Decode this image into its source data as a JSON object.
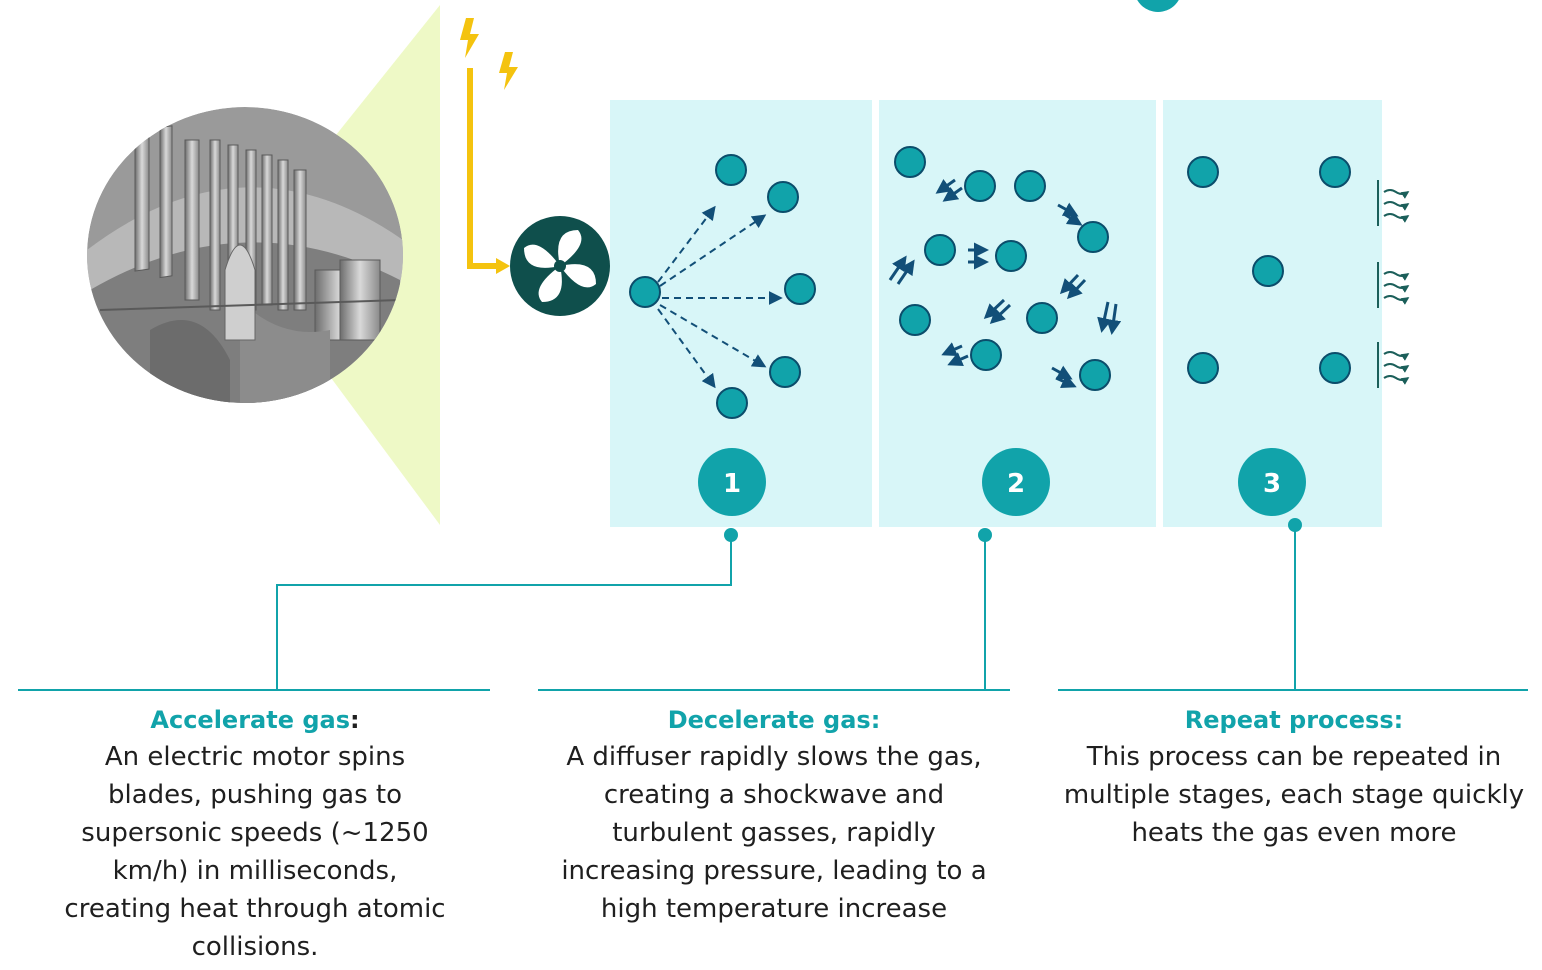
{
  "stages": [
    {
      "number": "1",
      "heading": "Accelerate gas",
      "heading_suffix": ":",
      "text": "An electric motor spins blades, pushing gas to supersonic speeds (~1250 km/h) in milliseconds, creating heat through atomic collisions."
    },
    {
      "number": "2",
      "heading": "Decelerate gas:",
      "heading_suffix": "",
      "text": "A diffuser rapidly slows the gas, creating a shockwave and turbulent gasses, rapidly increasing pressure, leading to a high temperature increase"
    },
    {
      "number": "3",
      "heading": "Repeat process:",
      "heading_suffix": "",
      "text": "This process can be repeated in multiple stages, each stage quickly heats the gas  even more"
    }
  ],
  "icons": [
    "lightning-bolt-icon",
    "fan-icon",
    "heat-waves-icon",
    "turbine-blades-illustration"
  ],
  "colors": {
    "accent": "#11a3aa",
    "molecule": "#11a3aa",
    "arrow": "#124f78",
    "panel": "#d8f6f8",
    "fan": "#0f4f4c",
    "power": "#f4c30f",
    "highlight": "#eef9c6"
  }
}
